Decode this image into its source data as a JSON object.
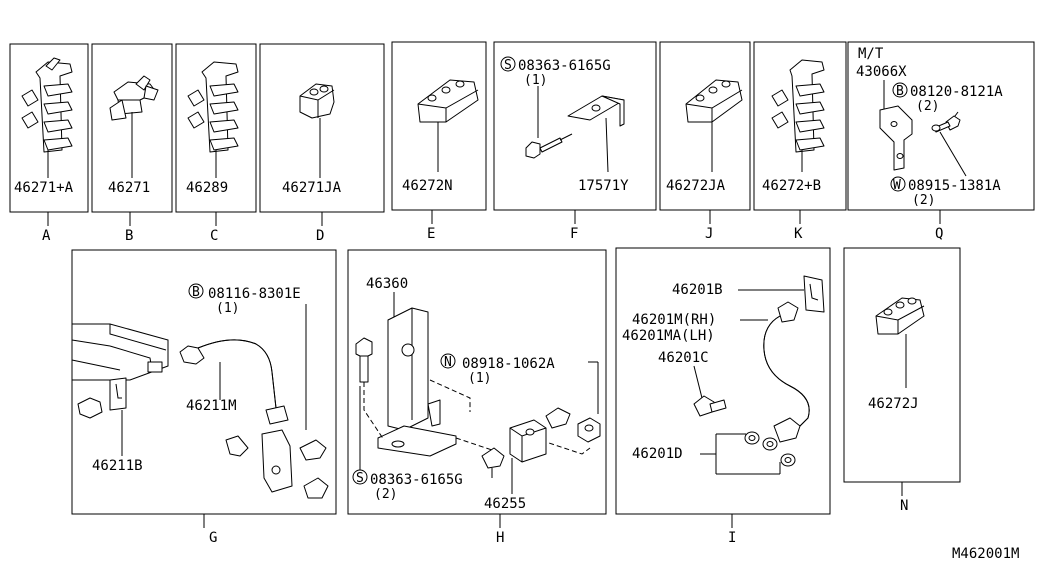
{
  "diagram_code": "M462001M",
  "panels": {
    "A": {
      "letter": "A",
      "part": "46271+A"
    },
    "B": {
      "letter": "B",
      "part": "46271"
    },
    "C": {
      "letter": "C",
      "part": "46289"
    },
    "D": {
      "letter": "D",
      "part": "46271JA"
    },
    "E": {
      "letter": "E",
      "part": "46272N"
    },
    "F": {
      "letter": "F",
      "screw_prefix": "S",
      "screw": "08363-6165G",
      "screw_qty": "(1)",
      "bracket": "17571Y"
    },
    "J": {
      "letter": "J",
      "part": "46272JA"
    },
    "K": {
      "letter": "K",
      "part": "46272+B"
    },
    "Q": {
      "letter": "Q",
      "variant": "M/T",
      "bracket": "43066X",
      "bolt_prefix": "B",
      "bolt": "08120-8121A",
      "bolt_qty": "(2)",
      "washer_prefix": "W",
      "washer": "08915-1381A",
      "washer_qty": "(2)"
    },
    "G": {
      "letter": "G",
      "bolt_prefix": "B",
      "bolt": "08116-8301E",
      "bolt_qty": "(1)",
      "hose": "46211M",
      "clip": "46211B"
    },
    "H": {
      "letter": "H",
      "bracket": "46360",
      "nut_prefix": "N",
      "nut": "08918-1062A",
      "nut_qty": "(1)",
      "screw_prefix": "S",
      "screw": "08363-6165G",
      "screw_qty": "(2)",
      "block": "46255"
    },
    "I": {
      "letter": "I",
      "clip": "46201B",
      "hose_rh": "46201M(RH)",
      "hose_lh": "46201MA(LH)",
      "bolt": "46201C",
      "washer": "46201D"
    },
    "N": {
      "letter": "N",
      "part": "46272J"
    }
  }
}
